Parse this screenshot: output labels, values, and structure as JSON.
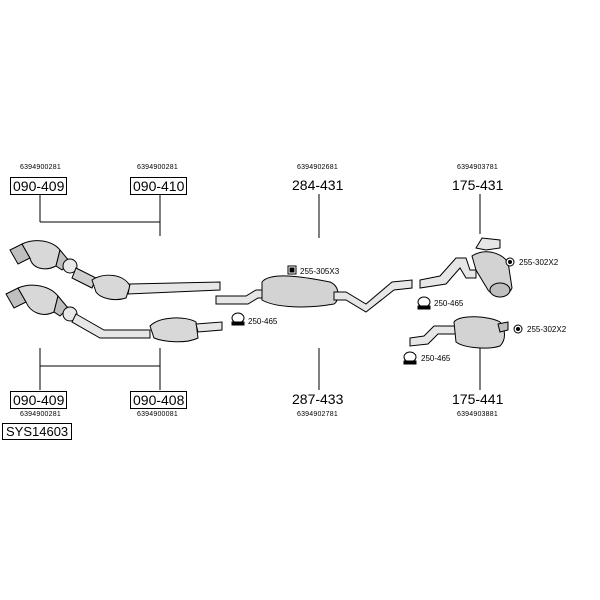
{
  "groups": {
    "cat_top": {
      "code": "6394900281",
      "part": "090-409"
    },
    "cat_top_right": {
      "code": "6394900281",
      "part": "090-410"
    },
    "cat_bottom": {
      "code": "6394900281",
      "part": "090-409"
    },
    "cat_bottom_right": {
      "code": "6394900081",
      "part": "090-408"
    },
    "center_top": {
      "code": "6394902681",
      "part": "284-431"
    },
    "center_bottom": {
      "code": "6394902781",
      "part": "287-433"
    },
    "rear_top": {
      "code": "6394903781",
      "part": "175-431"
    },
    "rear_bottom": {
      "code": "6394903881",
      "part": "175-441"
    }
  },
  "system_id": "SYS14603",
  "fittings": {
    "clamp_center": "255-305X3",
    "gasket_center": "250-465",
    "clamp_rear_top": "255-302X2",
    "gasket_rear_top": "250-465",
    "clamp_rear_bottom": "255-302X2",
    "gasket_rear_bottom": "250-465"
  }
}
